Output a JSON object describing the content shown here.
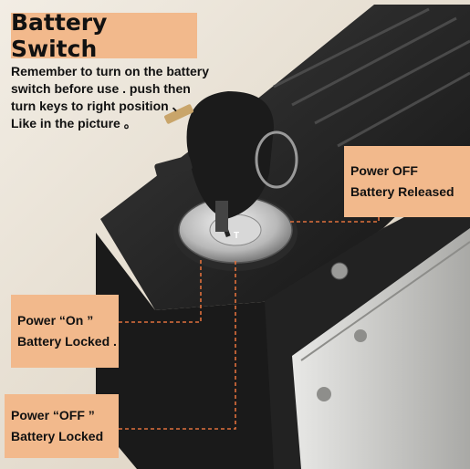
{
  "title": "Battery Switch",
  "instructions": [
    "Remember to turn on the battery",
    "switch before use . push then",
    "turn keys to right position 、",
    "Like in the picture 。"
  ],
  "labels": {
    "power_off_released": {
      "line1": "Power OFF",
      "line2": "Battery Released"
    },
    "power_on_locked": {
      "line1": "Power “On ”",
      "line2": "Battery Locked ."
    },
    "power_off_locked": {
      "line1": "Power “OFF ”",
      "line2": "Battery Locked"
    }
  },
  "lock_markings": {
    "center": "T"
  },
  "colors": {
    "label_bg": "#f2b98c",
    "pointer_line": "#e0703c",
    "battery_body": "#1d1d1d",
    "rail": "#c9c9c6"
  }
}
